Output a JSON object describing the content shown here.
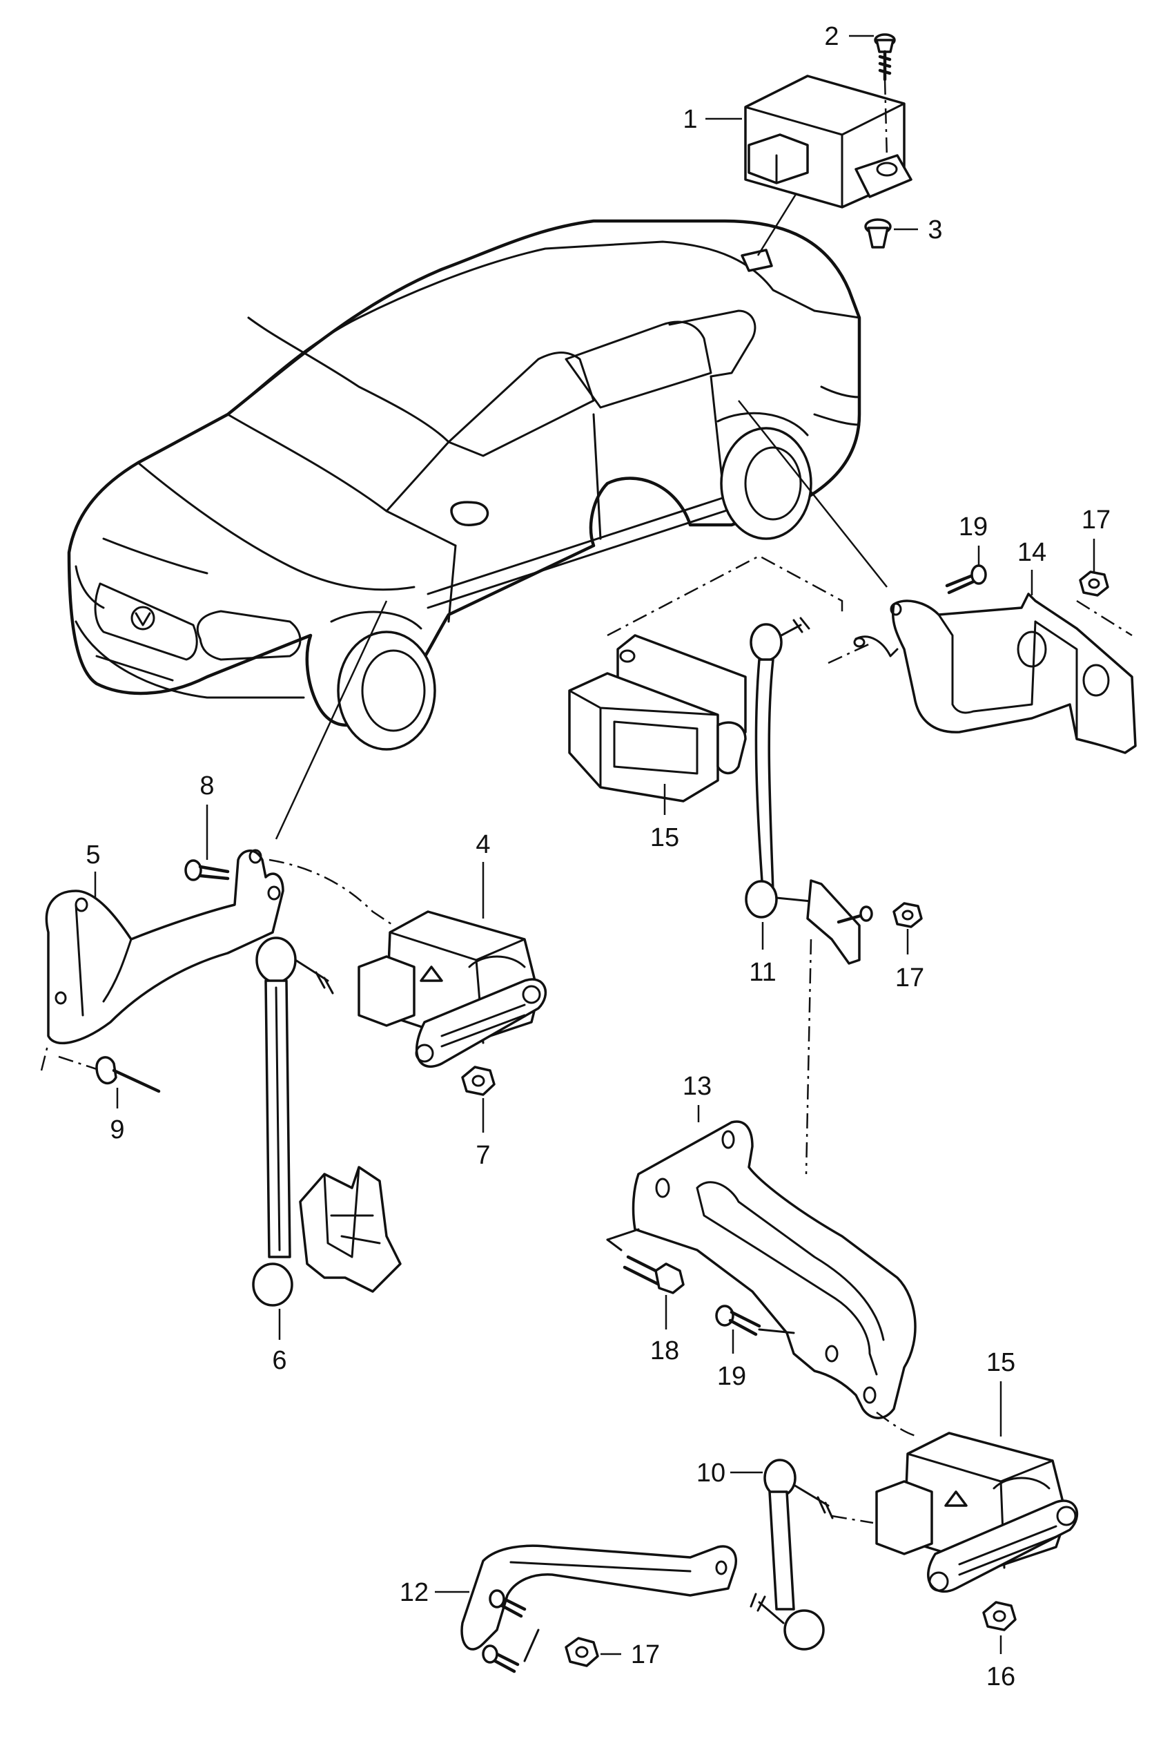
{
  "callouts": {
    "c1": "1",
    "c2": "2",
    "c3": "3",
    "c4": "4",
    "c5": "5",
    "c6": "6",
    "c7": "7",
    "c8": "8",
    "c9": "9",
    "c10": "10",
    "c11": "11",
    "c12": "12",
    "c13": "13",
    "c14": "14",
    "c15a": "15",
    "c15b": "15",
    "c16": "16",
    "c17a": "17",
    "c17b": "17",
    "c17c": "17",
    "c18": "18",
    "c19a": "19",
    "c19b": "19"
  },
  "colors": {
    "line": "#111111",
    "background": "#ffffff"
  }
}
